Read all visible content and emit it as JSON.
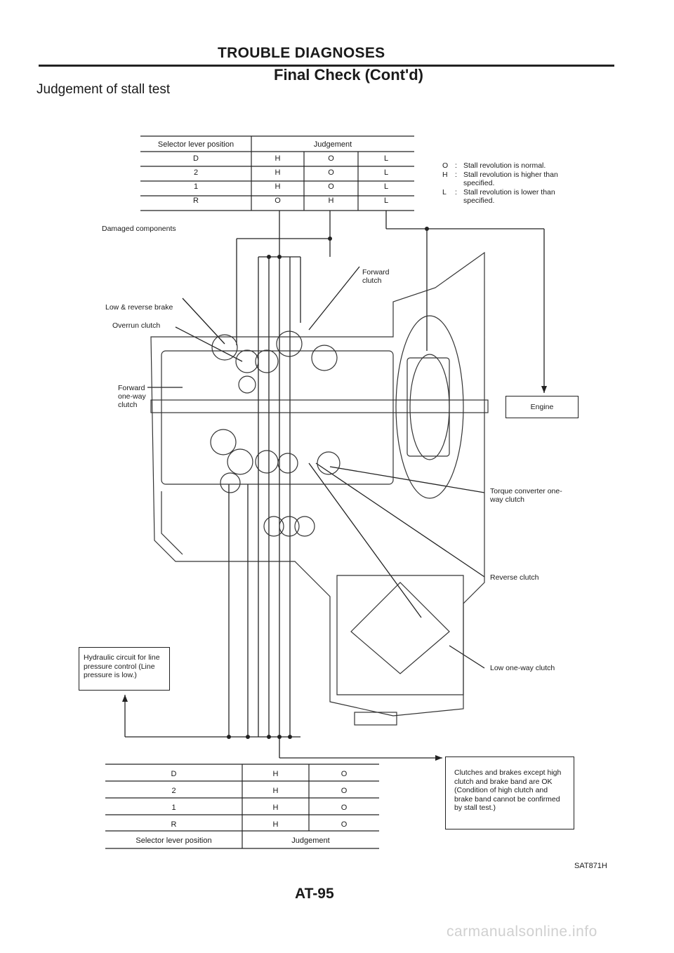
{
  "header": {
    "title": "TROUBLE DIAGNOSES",
    "subtitle": "Final Check (Cont'd)"
  },
  "section_title": "Judgement of stall test",
  "top_table": {
    "col1_header": "Selector lever position",
    "col2_header": "Judgement",
    "rows": [
      {
        "pos": "D",
        "a": "H",
        "b": "O",
        "c": "L"
      },
      {
        "pos": "2",
        "a": "H",
        "b": "O",
        "c": "L"
      },
      {
        "pos": "1",
        "a": "H",
        "b": "O",
        "c": "L"
      },
      {
        "pos": "R",
        "a": "O",
        "b": "H",
        "c": "L"
      }
    ]
  },
  "legend": [
    {
      "key": "O",
      "text": "Stall revolution is normal."
    },
    {
      "key": "H",
      "text": "Stall revolution is higher than specified."
    },
    {
      "key": "L",
      "text": "Stall revolution is lower than specified."
    }
  ],
  "labels": {
    "damaged": "Damaged components",
    "forward_clutch": "Forward clutch",
    "low_reverse_brake": "Low & reverse brake",
    "overrun_clutch": "Overrun clutch",
    "forward_oneway": "Forward one-way clutch",
    "engine": "Engine",
    "tc_oneway": "Torque converter one-way clutch",
    "reverse_clutch": "Reverse clutch",
    "low_oneway": "Low one-way clutch",
    "hydraulic": "Hydraulic circuit for line pressure control (Line pressure is low.)",
    "clutches_note": "Clutches and brakes except high clutch and brake band are OK (Condition of high clutch and brake band cannot be confirmed by stall test.)"
  },
  "bottom_table": {
    "col1_footer": "Selector lever position",
    "col2_footer": "Judgement",
    "rows": [
      {
        "pos": "D",
        "a": "H",
        "b": "O"
      },
      {
        "pos": "2",
        "a": "H",
        "b": "O"
      },
      {
        "pos": "1",
        "a": "H",
        "b": "O"
      },
      {
        "pos": "R",
        "a": "H",
        "b": "O"
      }
    ]
  },
  "page_number": "AT-95",
  "figure_code": "SAT871H",
  "footer_watermark": "carmanualsonline.info"
}
